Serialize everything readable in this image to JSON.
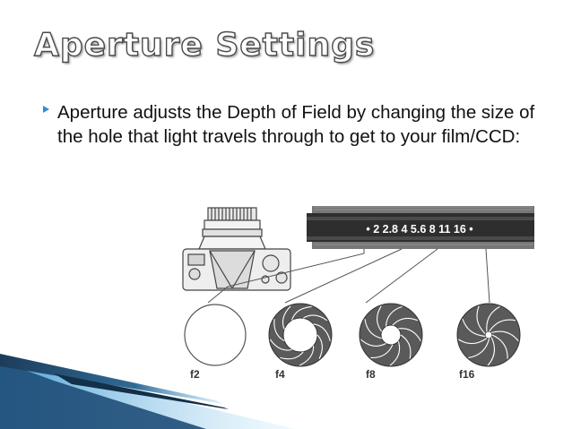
{
  "slide": {
    "title": "Aperture Settings",
    "bullet": "Aperture adjusts the Depth of Field by changing the size of the hole that light travels through to get to your film/CCD:"
  },
  "figure": {
    "scale_text": "•  2  2.8 4  5.6  8  11  16  •",
    "apertures": [
      {
        "label": "f2",
        "opening": 1.0
      },
      {
        "label": "f4",
        "opening": 0.55
      },
      {
        "label": "f8",
        "opening": 0.33
      },
      {
        "label": "f16",
        "opening": 0.12
      }
    ]
  },
  "colors": {
    "bullet": "#2b8fd1",
    "accent_dark": "#1d3c5a",
    "accent_light": "#5fb6e6",
    "diaphragm": "#5a5a5a"
  }
}
